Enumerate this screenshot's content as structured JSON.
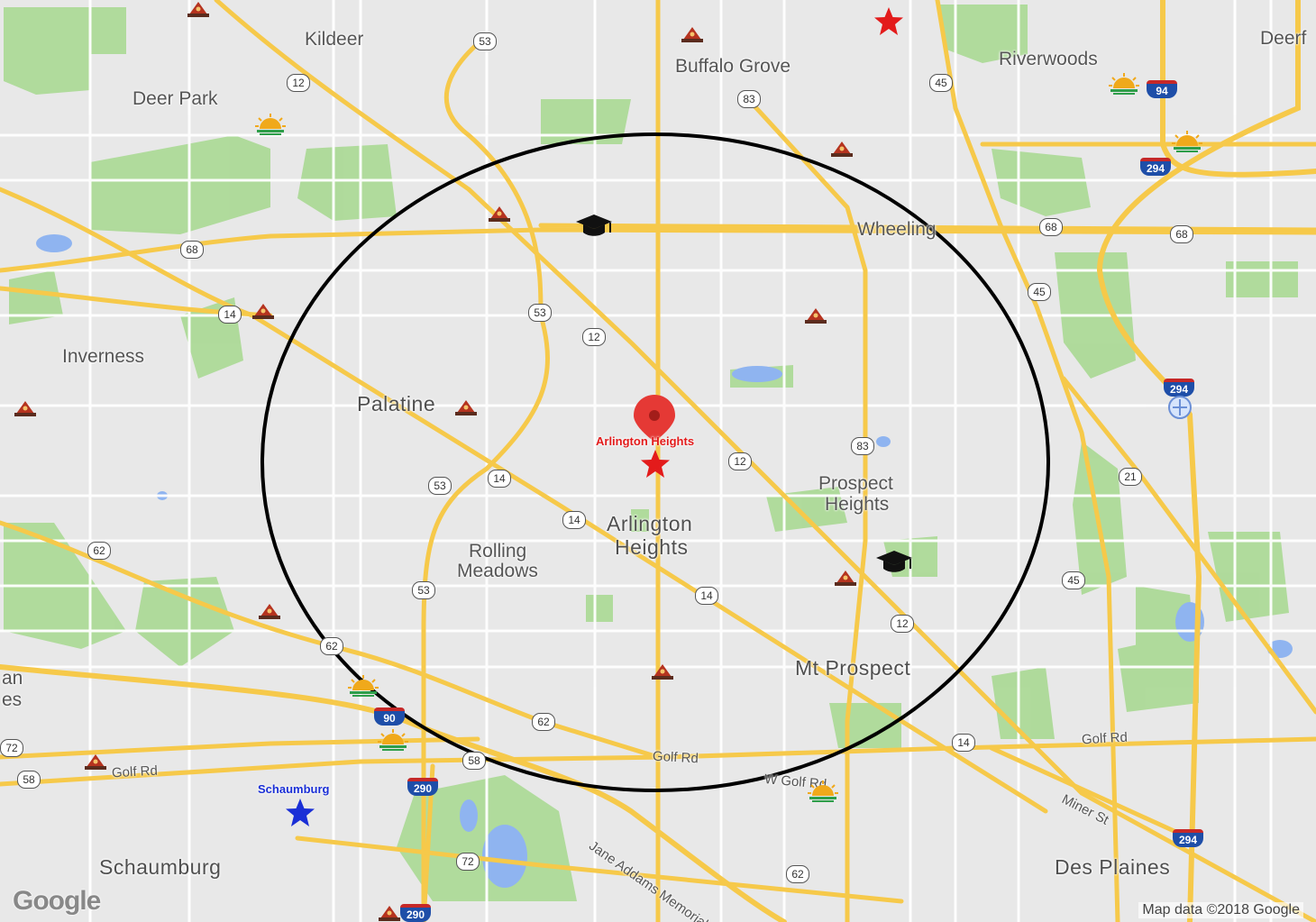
{
  "map": {
    "attribution": "Map data ©2018 Google",
    "logo": "Google",
    "colors": {
      "background": "#e8e8e8",
      "park": "#a6d88e",
      "water": "#8fb4f0",
      "highway": "#f6c94a",
      "circle": "#000000",
      "pin": "#e53935",
      "star_red": "#e31b1b",
      "star_blue": "#1a2fd6"
    }
  },
  "places": [
    {
      "id": "kildeer",
      "text": "Kildeer"
    },
    {
      "id": "buffalo-grove",
      "text": "Buffalo Grove"
    },
    {
      "id": "riverwoods",
      "text": "Riverwoods"
    },
    {
      "id": "deerfield",
      "text": "Deerf"
    },
    {
      "id": "deer-park",
      "text": "Deer Park"
    },
    {
      "id": "wheeling",
      "text": "Wheeling"
    },
    {
      "id": "inverness",
      "text": "Inverness"
    },
    {
      "id": "palatine",
      "text": "Palatine"
    },
    {
      "id": "prospect-heights-1",
      "text": "Prospect"
    },
    {
      "id": "prospect-heights-2",
      "text": "Heights"
    },
    {
      "id": "arlington-heights-1",
      "text": "Arlington"
    },
    {
      "id": "arlington-heights-2",
      "text": "Heights"
    },
    {
      "id": "rolling-meadows-1",
      "text": "Rolling"
    },
    {
      "id": "rolling-meadows-2",
      "text": "Meadows"
    },
    {
      "id": "mt-prospect",
      "text": "Mt Prospect"
    },
    {
      "id": "schaumburg",
      "text": "Schaumburg"
    },
    {
      "id": "des-plaines",
      "text": "Des Plaines"
    },
    {
      "id": "edge-an",
      "text": "an"
    },
    {
      "id": "edge-es",
      "text": "es"
    }
  ],
  "road_labels": [
    {
      "id": "golf-rd-center",
      "text": "Golf Rd"
    },
    {
      "id": "golf-rd-west",
      "text": "Golf Rd"
    },
    {
      "id": "golf-rd-east",
      "text": "Golf Rd"
    },
    {
      "id": "w-golf-rd",
      "text": "W Golf Rd"
    },
    {
      "id": "miner-st",
      "text": "Miner St"
    },
    {
      "id": "jane-addams",
      "text": "Jane Addams Memorial Toll"
    }
  ],
  "shields": [
    {
      "id": "s53a",
      "text": "53"
    },
    {
      "id": "s12a",
      "text": "12"
    },
    {
      "id": "s83a",
      "text": "83"
    },
    {
      "id": "s45a",
      "text": "45"
    },
    {
      "id": "s68a",
      "text": "68"
    },
    {
      "id": "s68b",
      "text": "68"
    },
    {
      "id": "s68c",
      "text": "68"
    },
    {
      "id": "s14a",
      "text": "14"
    },
    {
      "id": "s53b",
      "text": "53"
    },
    {
      "id": "s12b",
      "text": "12"
    },
    {
      "id": "s45b",
      "text": "45"
    },
    {
      "id": "s83b",
      "text": "83"
    },
    {
      "id": "s12c",
      "text": "12"
    },
    {
      "id": "s21",
      "text": "21"
    },
    {
      "id": "s53c",
      "text": "53"
    },
    {
      "id": "s14b",
      "text": "14"
    },
    {
      "id": "s14c",
      "text": "14"
    },
    {
      "id": "s62a",
      "text": "62"
    },
    {
      "id": "s53d",
      "text": "53"
    },
    {
      "id": "s14d",
      "text": "14"
    },
    {
      "id": "s45c",
      "text": "45"
    },
    {
      "id": "s12d",
      "text": "12"
    },
    {
      "id": "s62b",
      "text": "62"
    },
    {
      "id": "s62c",
      "text": "62"
    },
    {
      "id": "s14e",
      "text": "14"
    },
    {
      "id": "s58a",
      "text": "58"
    },
    {
      "id": "s58b",
      "text": "58"
    },
    {
      "id": "s72a",
      "text": "72"
    },
    {
      "id": "s72b",
      "text": "72"
    },
    {
      "id": "s62d",
      "text": "62"
    }
  ],
  "interstates": [
    {
      "id": "i94",
      "text": "94"
    },
    {
      "id": "i294a",
      "text": "294"
    },
    {
      "id": "i294b",
      "text": "294"
    },
    {
      "id": "i294c",
      "text": "294"
    },
    {
      "id": "i90",
      "text": "90"
    },
    {
      "id": "i290a",
      "text": "290"
    },
    {
      "id": "i290b",
      "text": "290"
    }
  ],
  "pins": [
    {
      "id": "arlington-heights-pin",
      "label": "Arlington Heights",
      "color": "#e53935"
    },
    {
      "id": "schaumburg-pin",
      "label": "Schaumburg",
      "color": "#1a2fd6"
    }
  ],
  "markers": {
    "fire_station_icon": "fire-station",
    "school_icon": "graduation-cap",
    "sunrise_icon": "sunrise",
    "star_icon": "star"
  }
}
